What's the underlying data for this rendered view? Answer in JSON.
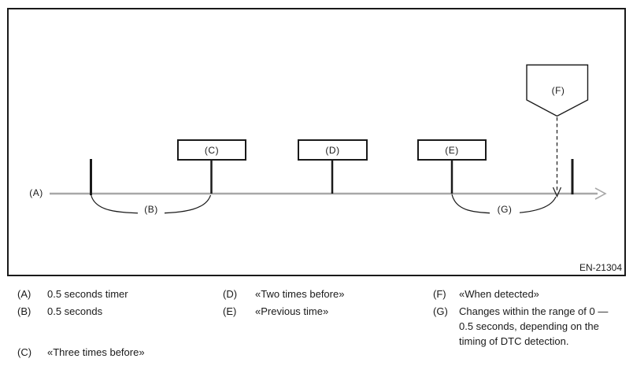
{
  "diagram": {
    "figure_id": "EN-21304",
    "labels": {
      "a": "(A)",
      "b": "(B)",
      "c": "(C)",
      "d": "(D)",
      "e": "(E)",
      "f": "(F)",
      "g": "(G)"
    }
  },
  "legend": {
    "items": [
      {
        "key": "(A)",
        "text": "0.5 seconds timer"
      },
      {
        "key": "(B)",
        "text": "0.5 seconds"
      },
      {
        "key": "(C)",
        "text": "«Three times before»"
      },
      {
        "key": "(D)",
        "text": "«Two times before»"
      },
      {
        "key": "(E)",
        "text": "«Previous time»"
      },
      {
        "key": "(F)",
        "text": "«When detected»"
      },
      {
        "key": "(G)",
        "text": "Changes within the range of 0 — 0.5 seconds, depending on the timing of DTC detection."
      }
    ]
  },
  "colors": {
    "line": "#1a1a1a",
    "timeline": "#a8a8a8",
    "background": "#ffffff"
  }
}
